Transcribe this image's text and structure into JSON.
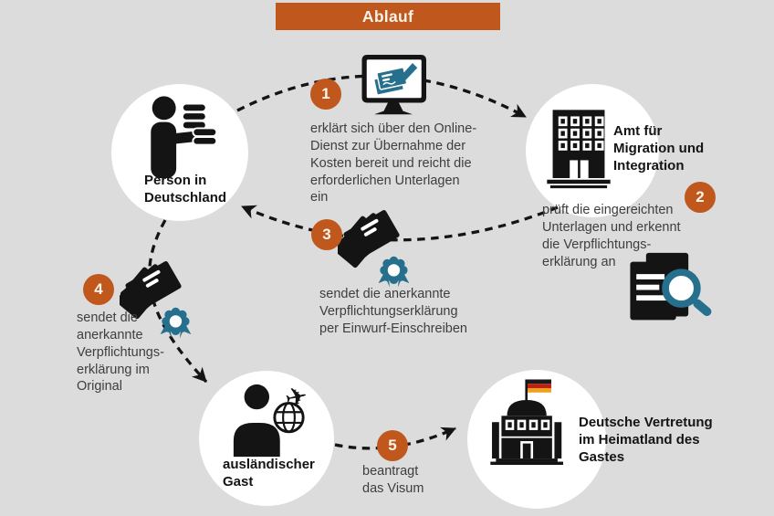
{
  "title": "Ablauf",
  "colors": {
    "background": "#dcdcdc",
    "accent_orange": "#c0571c",
    "accent_teal": "#26708e",
    "node_fill": "#ffffff",
    "text": "#3e3e3e",
    "german_flag": [
      "#1a1a1a",
      "#bf1f17",
      "#eda21b"
    ]
  },
  "nodes": {
    "person_deutschland": {
      "label": "Person in\nDeutschland",
      "icon": "person-with-coins-icon"
    },
    "amt": {
      "label": "Amt für\nMigration und\nIntegration",
      "icon": "office-building-icon"
    },
    "gast": {
      "label": "ausländischer\nGast",
      "icon": "traveler-globe-plane-icon"
    },
    "vertretung": {
      "label": "Deutsche Vertretung\nim Heimatland des\nGastes",
      "icon": "embassy-building-flag-icon"
    }
  },
  "steps": {
    "s1": {
      "number": "1",
      "text": "erklärt sich über den Online-\nDienst zur Übernahme der\nKosten bereit und reicht die\nerforderlichen Unterlagen\nein",
      "icon": "online-service-monitor-icon"
    },
    "s2": {
      "number": "2",
      "text": "prüft die eingereichten\nUnterlagen und erkennt\ndie Verpflichtungs-\nerklärung an",
      "icon": "document-magnifier-icon"
    },
    "s3": {
      "number": "3",
      "text": "sendet die anerkannte\nVerpflichtungserklärung\nper Einwurf-Einschreiben",
      "icon": "certified-document-icon"
    },
    "s4": {
      "number": "4",
      "text": "sendet die\nanerkannte\nVerpflichtungs-\nerklärung im\nOriginal",
      "icon": "certified-document-icon"
    },
    "s5": {
      "number": "5",
      "text": "beantragt\ndas Visum",
      "icon": null
    }
  }
}
